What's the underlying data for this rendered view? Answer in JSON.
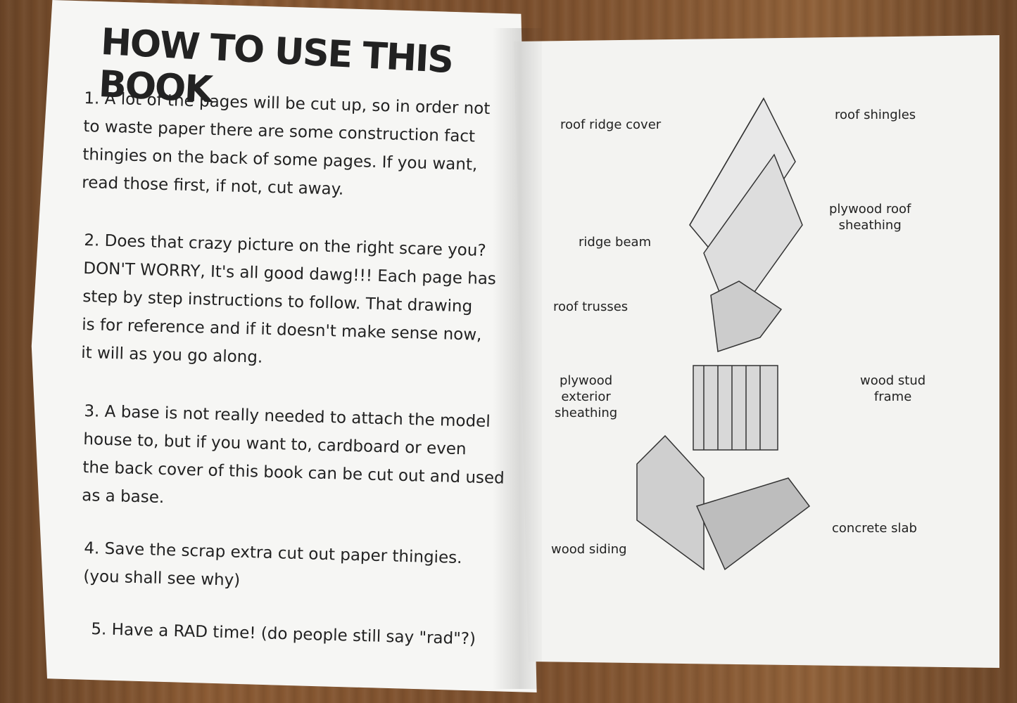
{
  "left_page": {
    "title": "HOW TO USE THIS BOOK",
    "paragraphs": [
      "1. A lot of the pages will be cut up, so in order not\nto waste paper there are some construction fact\nthingies on the back of some pages.  If you want,\nread those first, if not, cut away.",
      "2. Does that crazy picture on the right scare you?\nDON'T WORRY, It's all good dawg!!!  Each page has\nstep by step instructions to follow.  That drawing\nis for reference and if it doesn't make sense now,\nit will as you go along.",
      "3. A base is not really needed to attach the model\nhouse to, but if you want to, cardboard or even\nthe back cover of this book can be cut out and used\nas a base.",
      "4. Save the scrap extra cut out paper thingies.\n(you shall see why)",
      "5. Have a RAD time! (do people still say \"rad\"?)"
    ]
  },
  "right_page": {
    "labels": {
      "roof_ridge_cover": "roof ridge cover",
      "roof_shingles": "roof shingles",
      "plywood_roof_sheathing": "plywood roof\nsheathing",
      "ridge_beam": "ridge beam",
      "roof_trusses": "roof trusses",
      "wood_stud_frame": "wood stud\nframe",
      "plywood_exterior_sheathing": "plywood\nexterior\nsheathing",
      "concrete_slab": "concrete slab",
      "wood_siding": "wood siding"
    }
  }
}
